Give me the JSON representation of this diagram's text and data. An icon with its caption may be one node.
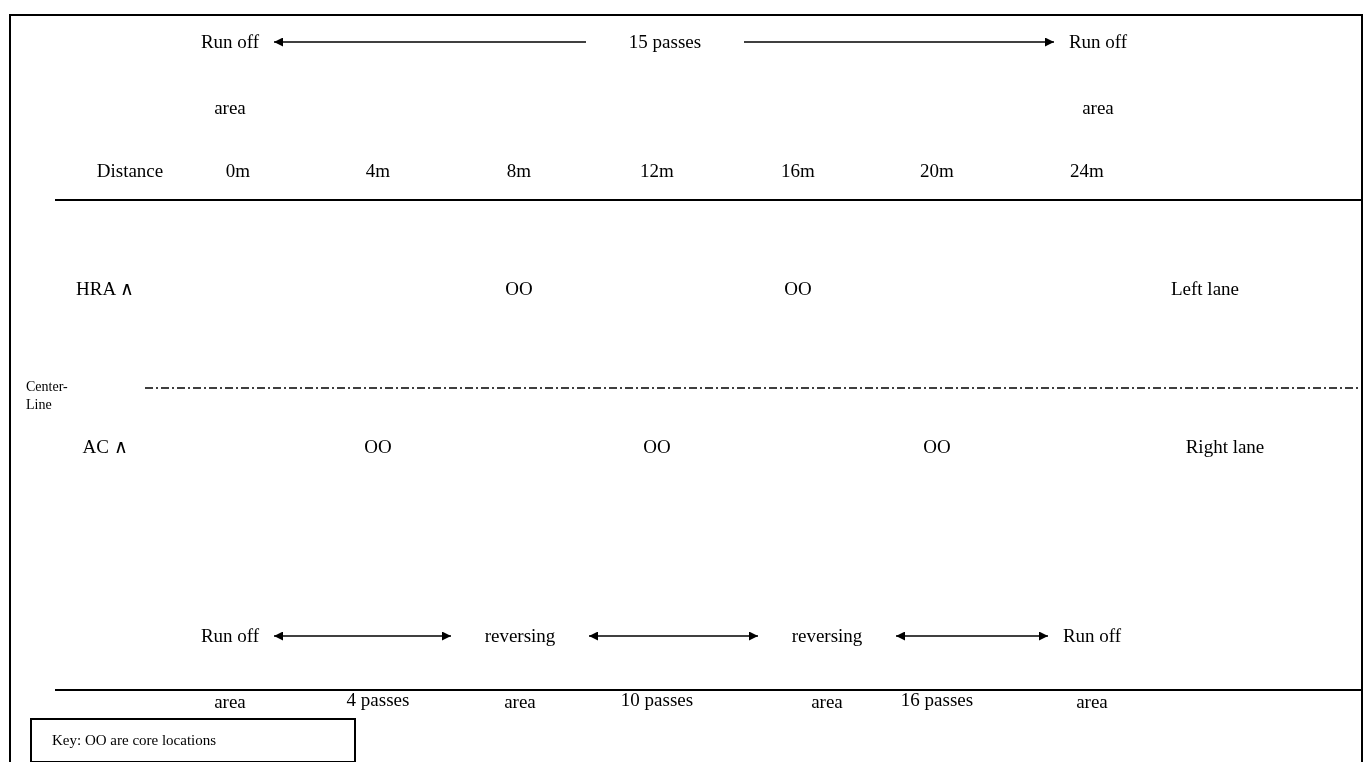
{
  "diagram": {
    "nodes": [
      {
        "text": [
          "Run off",
          "area"
        ]
      },
      {
        "text": [
          "15 passes"
        ]
      },
      {
        "text": [
          "Run off",
          "area"
        ]
      },
      {
        "text": [
          "Run off",
          "area"
        ]
      },
      {
        "text": [
          "reversing",
          "area"
        ]
      },
      {
        "text": [
          "reversing",
          "area"
        ]
      },
      {
        "text": [
          "Run off",
          "area"
        ]
      },
      {
        "text": [
          "Key: OO are core locations"
        ]
      }
    ],
    "edges": [
      {
        "from": 1,
        "to": 0,
        "arrow": "to"
      },
      {
        "from": 1,
        "to": 2,
        "arrow": "to"
      },
      {
        "from": 3,
        "to": 4,
        "arrow": "both"
      },
      {
        "from": 4,
        "to": 5,
        "arrow": "both"
      },
      {
        "from": 5,
        "to": 6,
        "arrow": "both"
      }
    ],
    "labels": [
      "Distance",
      "0m",
      "4m",
      "8m",
      "12m",
      "16m",
      "20m",
      "24m",
      "HRA ∧",
      "OO",
      "OO",
      "Left lane",
      "Center-Line",
      "AC ∧",
      "OO",
      "OO",
      "OO",
      "Right lane",
      "4 passes",
      "10 passes",
      "16 passes"
    ]
  }
}
